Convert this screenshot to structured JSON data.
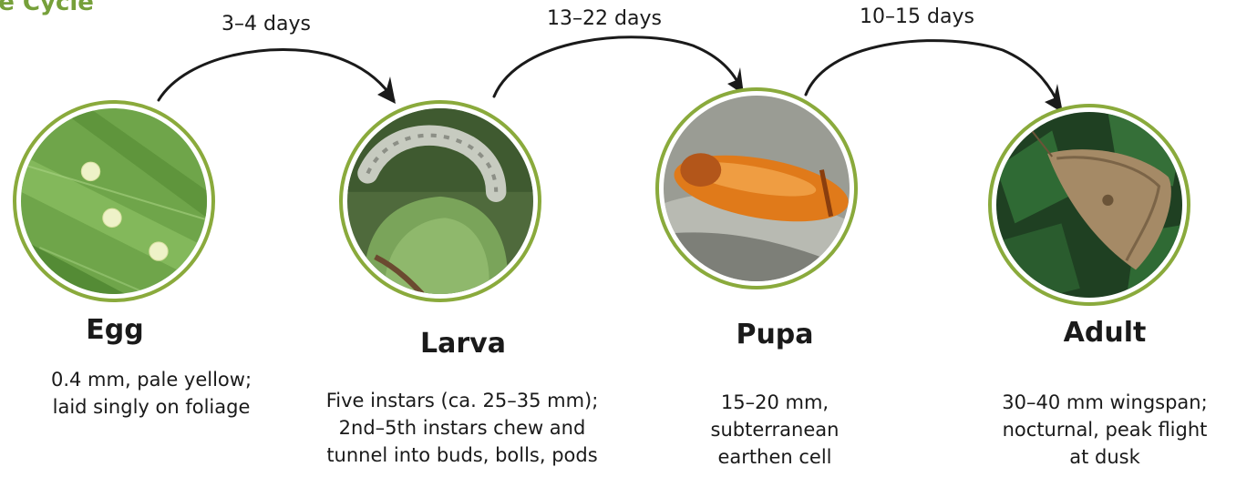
{
  "title": "ife Cycle",
  "colors": {
    "accent": "#76a03a",
    "ring": "#8aaa3c",
    "text": "#1a1a1a"
  },
  "transitions": [
    {
      "label": "3–4 days"
    },
    {
      "label": "13–22 days"
    },
    {
      "label": "10–15 days"
    }
  ],
  "stages": [
    {
      "name": "Egg",
      "photo": "eggs-on-leaf-photo",
      "desc": [
        "0.4 mm, pale yellow;",
        "laid singly on foliage"
      ]
    },
    {
      "name": "Larva",
      "photo": "caterpillar-on-bud-photo",
      "desc": [
        "Five instars (ca. 25–35 mm);",
        "2nd–5th instars chew and",
        "tunnel into buds, bolls, pods"
      ]
    },
    {
      "name": "Pupa",
      "photo": "orange-pupa-photo",
      "desc": [
        "15–20 mm,",
        "subterranean",
        "earthen cell"
      ]
    },
    {
      "name": "Adult",
      "photo": "moth-on-leaves-photo",
      "desc": [
        "30–40 mm wingspan;",
        "nocturnal, peak flight",
        "at dusk"
      ]
    }
  ]
}
